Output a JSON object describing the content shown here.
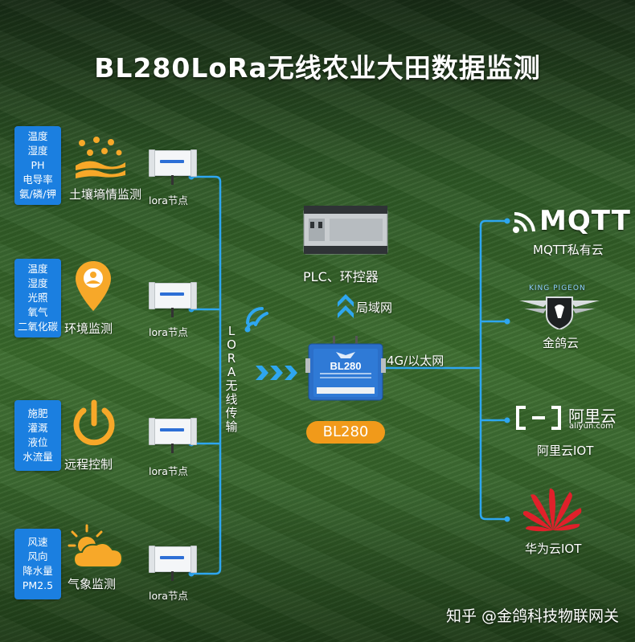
{
  "title": "BL280LoRa无线农业大田数据监测",
  "groups": [
    {
      "params": [
        "温度",
        "湿度",
        "PH",
        "电导率",
        "氨/磷/钾"
      ],
      "label": "土壤墒情监测",
      "icon": "soil-sensor-icon",
      "node_label": "lora节点"
    },
    {
      "params": [
        "温度",
        "湿度",
        "光照",
        "氧气",
        "二氧化碳"
      ],
      "label": "环境监测",
      "icon": "location-pin-icon",
      "node_label": "lora节点"
    },
    {
      "params": [
        "施肥",
        "灌溉",
        "液位",
        "水流量"
      ],
      "label": "远程控制",
      "icon": "power-icon",
      "node_label": "lora节点"
    },
    {
      "params": [
        "风速",
        "风向",
        "降水量",
        "PM2.5"
      ],
      "label": "气象监测",
      "icon": "weather-cloud-sun-icon",
      "node_label": "lora节点"
    }
  ],
  "lora_link": "LORA无线传输",
  "gateway": {
    "label": "BL280",
    "device_text": "BL280"
  },
  "plc": {
    "label": "PLC、环控器",
    "link_label": "局域网"
  },
  "uplink_label": "4G/以太网",
  "clouds": [
    {
      "name": "MQTT私有云",
      "logo_text": "MQTT",
      "icon": "mqtt-logo-icon"
    },
    {
      "name": "金鸽云",
      "logo_text": "KING PIGEON",
      "icon": "king-pigeon-logo-icon"
    },
    {
      "name": "阿里云IOT",
      "logo_text": "阿里云",
      "logo_sub": "aliyun.com",
      "icon": "aliyun-logo-icon"
    },
    {
      "name": "华为云IOT",
      "icon": "huawei-logo-icon"
    }
  ],
  "watermark": "知乎 @金鸽科技物联网关",
  "colors": {
    "accent_blue": "#1b7fe0",
    "accent_orange": "#f19a1a",
    "line_blue": "#2ea6f0",
    "huawei_red": "#e0202a"
  }
}
